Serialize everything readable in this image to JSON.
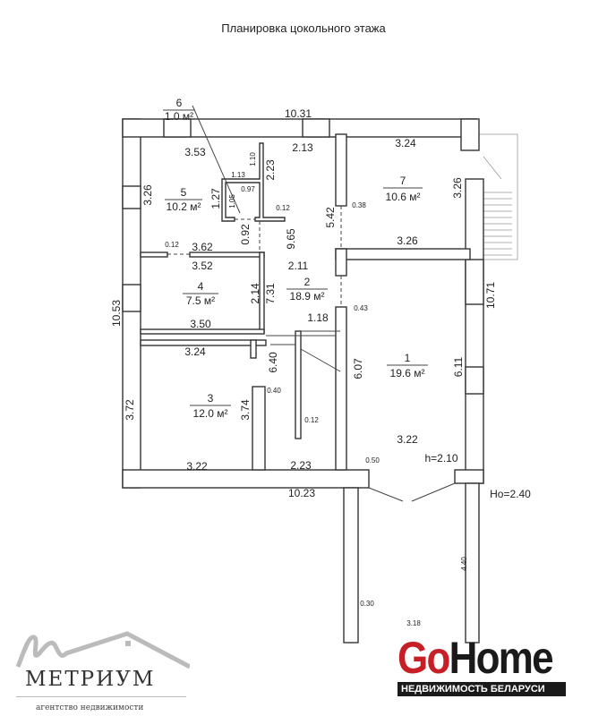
{
  "title": "Планировка цокольного этажа",
  "rooms": [
    {
      "num": "1",
      "area": "19.6 м²"
    },
    {
      "num": "2",
      "area": "18.9 м²"
    },
    {
      "num": "3",
      "area": "12.0 м²"
    },
    {
      "num": "4",
      "area": "7.5 м²"
    },
    {
      "num": "5",
      "area": "10.2 м²"
    },
    {
      "num": "6",
      "area": "1.0 м²"
    },
    {
      "num": "7",
      "area": "10.6 м²"
    }
  ],
  "dims": {
    "top_total": "10.31",
    "d353": "3.53",
    "d213": "2.13",
    "d324a": "3.24",
    "d113": "1.13",
    "d110": "1.10",
    "d223a": "2.23",
    "d097": "0.97",
    "d105": "1.05",
    "d127": "1.27",
    "d012a": "0.12",
    "d326a": "3.26",
    "d038": "0.38",
    "d542": "5.42",
    "d965": "9.65",
    "d092": "0.92",
    "d326b": "3.26",
    "d326c": "3.26",
    "d012b": "0.12",
    "d362": "3.62",
    "d352": "3.52",
    "d211": "2.11",
    "d214": "2.14",
    "d731": "7.31",
    "d1071": "10.71",
    "d1053": "10.53",
    "d043": "0.43",
    "d118": "1.18",
    "d350": "3.50",
    "d324b": "3.24",
    "d640": "6.40",
    "d607": "6.07",
    "d611": "6.11",
    "d040": "0.40",
    "d372": "3.72",
    "d374": "3.74",
    "d012c": "0.12",
    "d322a": "3.22",
    "h": "h=2.10",
    "d050": "0.50",
    "d322b": "3.22",
    "d223b": "2.23",
    "bottom_total": "10.23",
    "ho": "Ho=2.40",
    "d440": "4.40",
    "d030": "0.30",
    "d318": "3.18"
  },
  "logos": {
    "metrium_name": "МЕТРИУМ",
    "metrium_sub": "агентство недвижимости",
    "gohome_go": "Go",
    "gohome_home": "Home",
    "gohome_tag": "НЕДВИЖИМОСТЬ БЕЛАРУСИ"
  }
}
